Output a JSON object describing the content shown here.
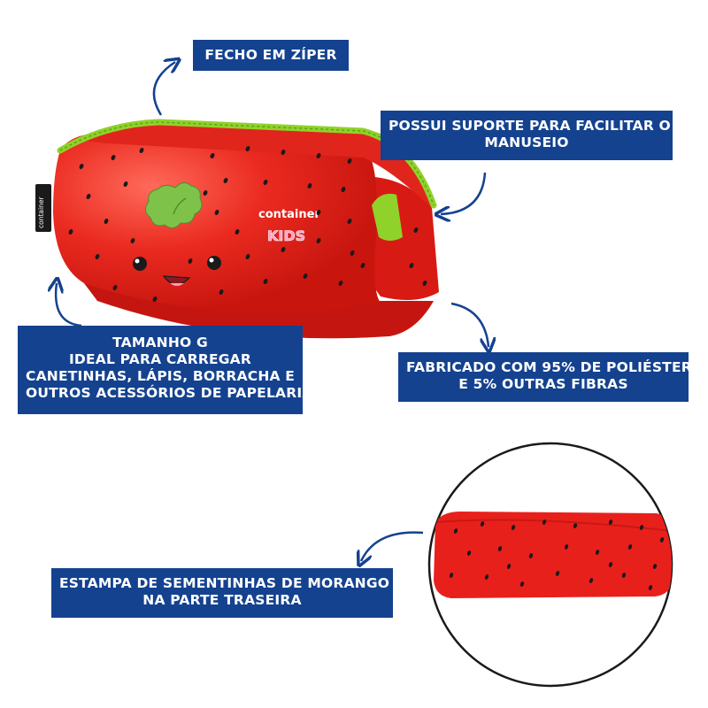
{
  "callouts": {
    "zipper": [
      "FECHO EM ZÍPER"
    ],
    "handle": [
      "POSSUI SUPORTE PARA FACILITAR O",
      "MANUSEIO"
    ],
    "size": [
      "TAMANHO G",
      "IDEAL PARA CARREGAR",
      "CANETINHAS, LÁPIS, BORRACHA E",
      "OUTROS ACESSÓRIOS DE PAPELARIA"
    ],
    "material": [
      "FABRICADO COM 95% DE POLIÉSTER",
      "E 5% OUTRAS FIBRAS"
    ],
    "print": [
      "ESTAMPA DE SEMENTINHAS DE MORANGO",
      "NA PARTE TRASEIRA"
    ]
  },
  "brand": {
    "name": "container",
    "sub": "KIDS",
    "side_tag": "container"
  },
  "colors": {
    "label_bg": "#14428f",
    "case_red": "#e8201c",
    "zipper_green": "#8fd22a",
    "seed": "#1a1a1a"
  }
}
